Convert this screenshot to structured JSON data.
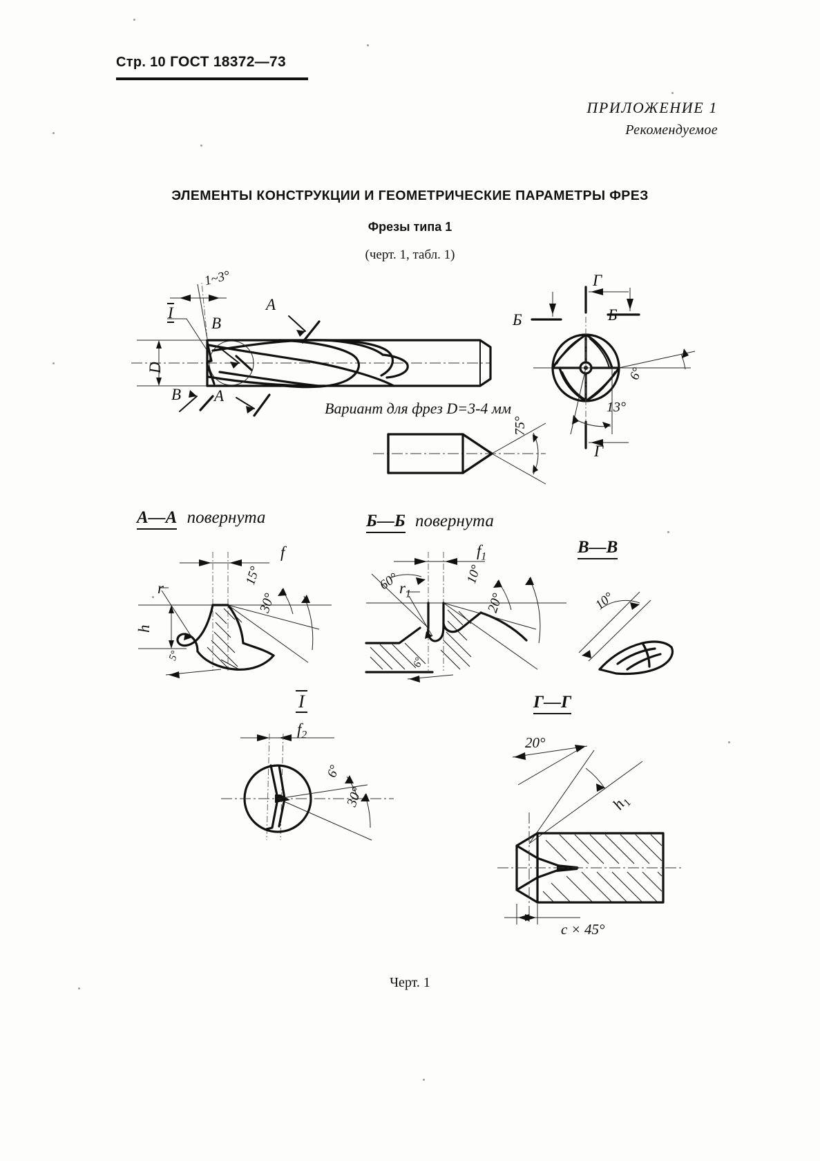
{
  "header": {
    "page_label": "Стр. 10",
    "standard": "ГОСТ 18372—73"
  },
  "appendix": {
    "title": "ПРИЛОЖЕНИЕ 1",
    "subtitle": "Рекомендуемое"
  },
  "document": {
    "title": "ЭЛЕМЕНТЫ КОНСТРУКЦИИ И ГЕОМЕТРИЧЕСКИЕ ПАРАМЕТРЫ ФРЕЗ",
    "subtitle": "Фрезы типа 1",
    "reference": "(черт. 1, табл. 1)",
    "figure_caption": "Черт. 1"
  },
  "main_view": {
    "angle_taper": "1~3°",
    "detail_callout": "I",
    "diameter": "D",
    "section_b_top": "В",
    "section_b_bottom": "В",
    "section_a_top": "А",
    "section_a_bottom": "А"
  },
  "variant_note": {
    "text": "Вариант для фрез D=3-4 мм",
    "angle": "75°"
  },
  "end_view": {
    "cut_g_top": "Г",
    "cut_g_bottom": "Г",
    "cut_b_left": "Б",
    "cut_b_right": "Б",
    "angle_rake": "6°",
    "angle_relief": "13°"
  },
  "section_aa": {
    "title_cut": "А—А",
    "title_note": "повернута",
    "land": "f",
    "radius": "r",
    "height": "h",
    "angle_1": "15°",
    "angle_2": "30°",
    "angle_3": "5°"
  },
  "section_bb": {
    "title_cut": "Б—Б",
    "title_note": "повернута",
    "land": "f",
    "land_sub": "1",
    "radius": "r",
    "radius_sub": "1",
    "angle_groove": "60°",
    "angle_1": "10°",
    "angle_2": "20°",
    "angle_3": "6°"
  },
  "section_vv": {
    "title_cut": "В—В",
    "angle_1": "10°"
  },
  "detail_i": {
    "title": "I",
    "land": "f",
    "land_sub": "2",
    "angle_1": "6°",
    "angle_2": "30°"
  },
  "section_gg": {
    "title_cut": "Г—Г",
    "angle_1": "20°",
    "height": "h",
    "height_sub": "1",
    "chamfer": "c × 45°"
  },
  "colors": {
    "ink": "#111111",
    "paper": "#fdfdfb"
  }
}
